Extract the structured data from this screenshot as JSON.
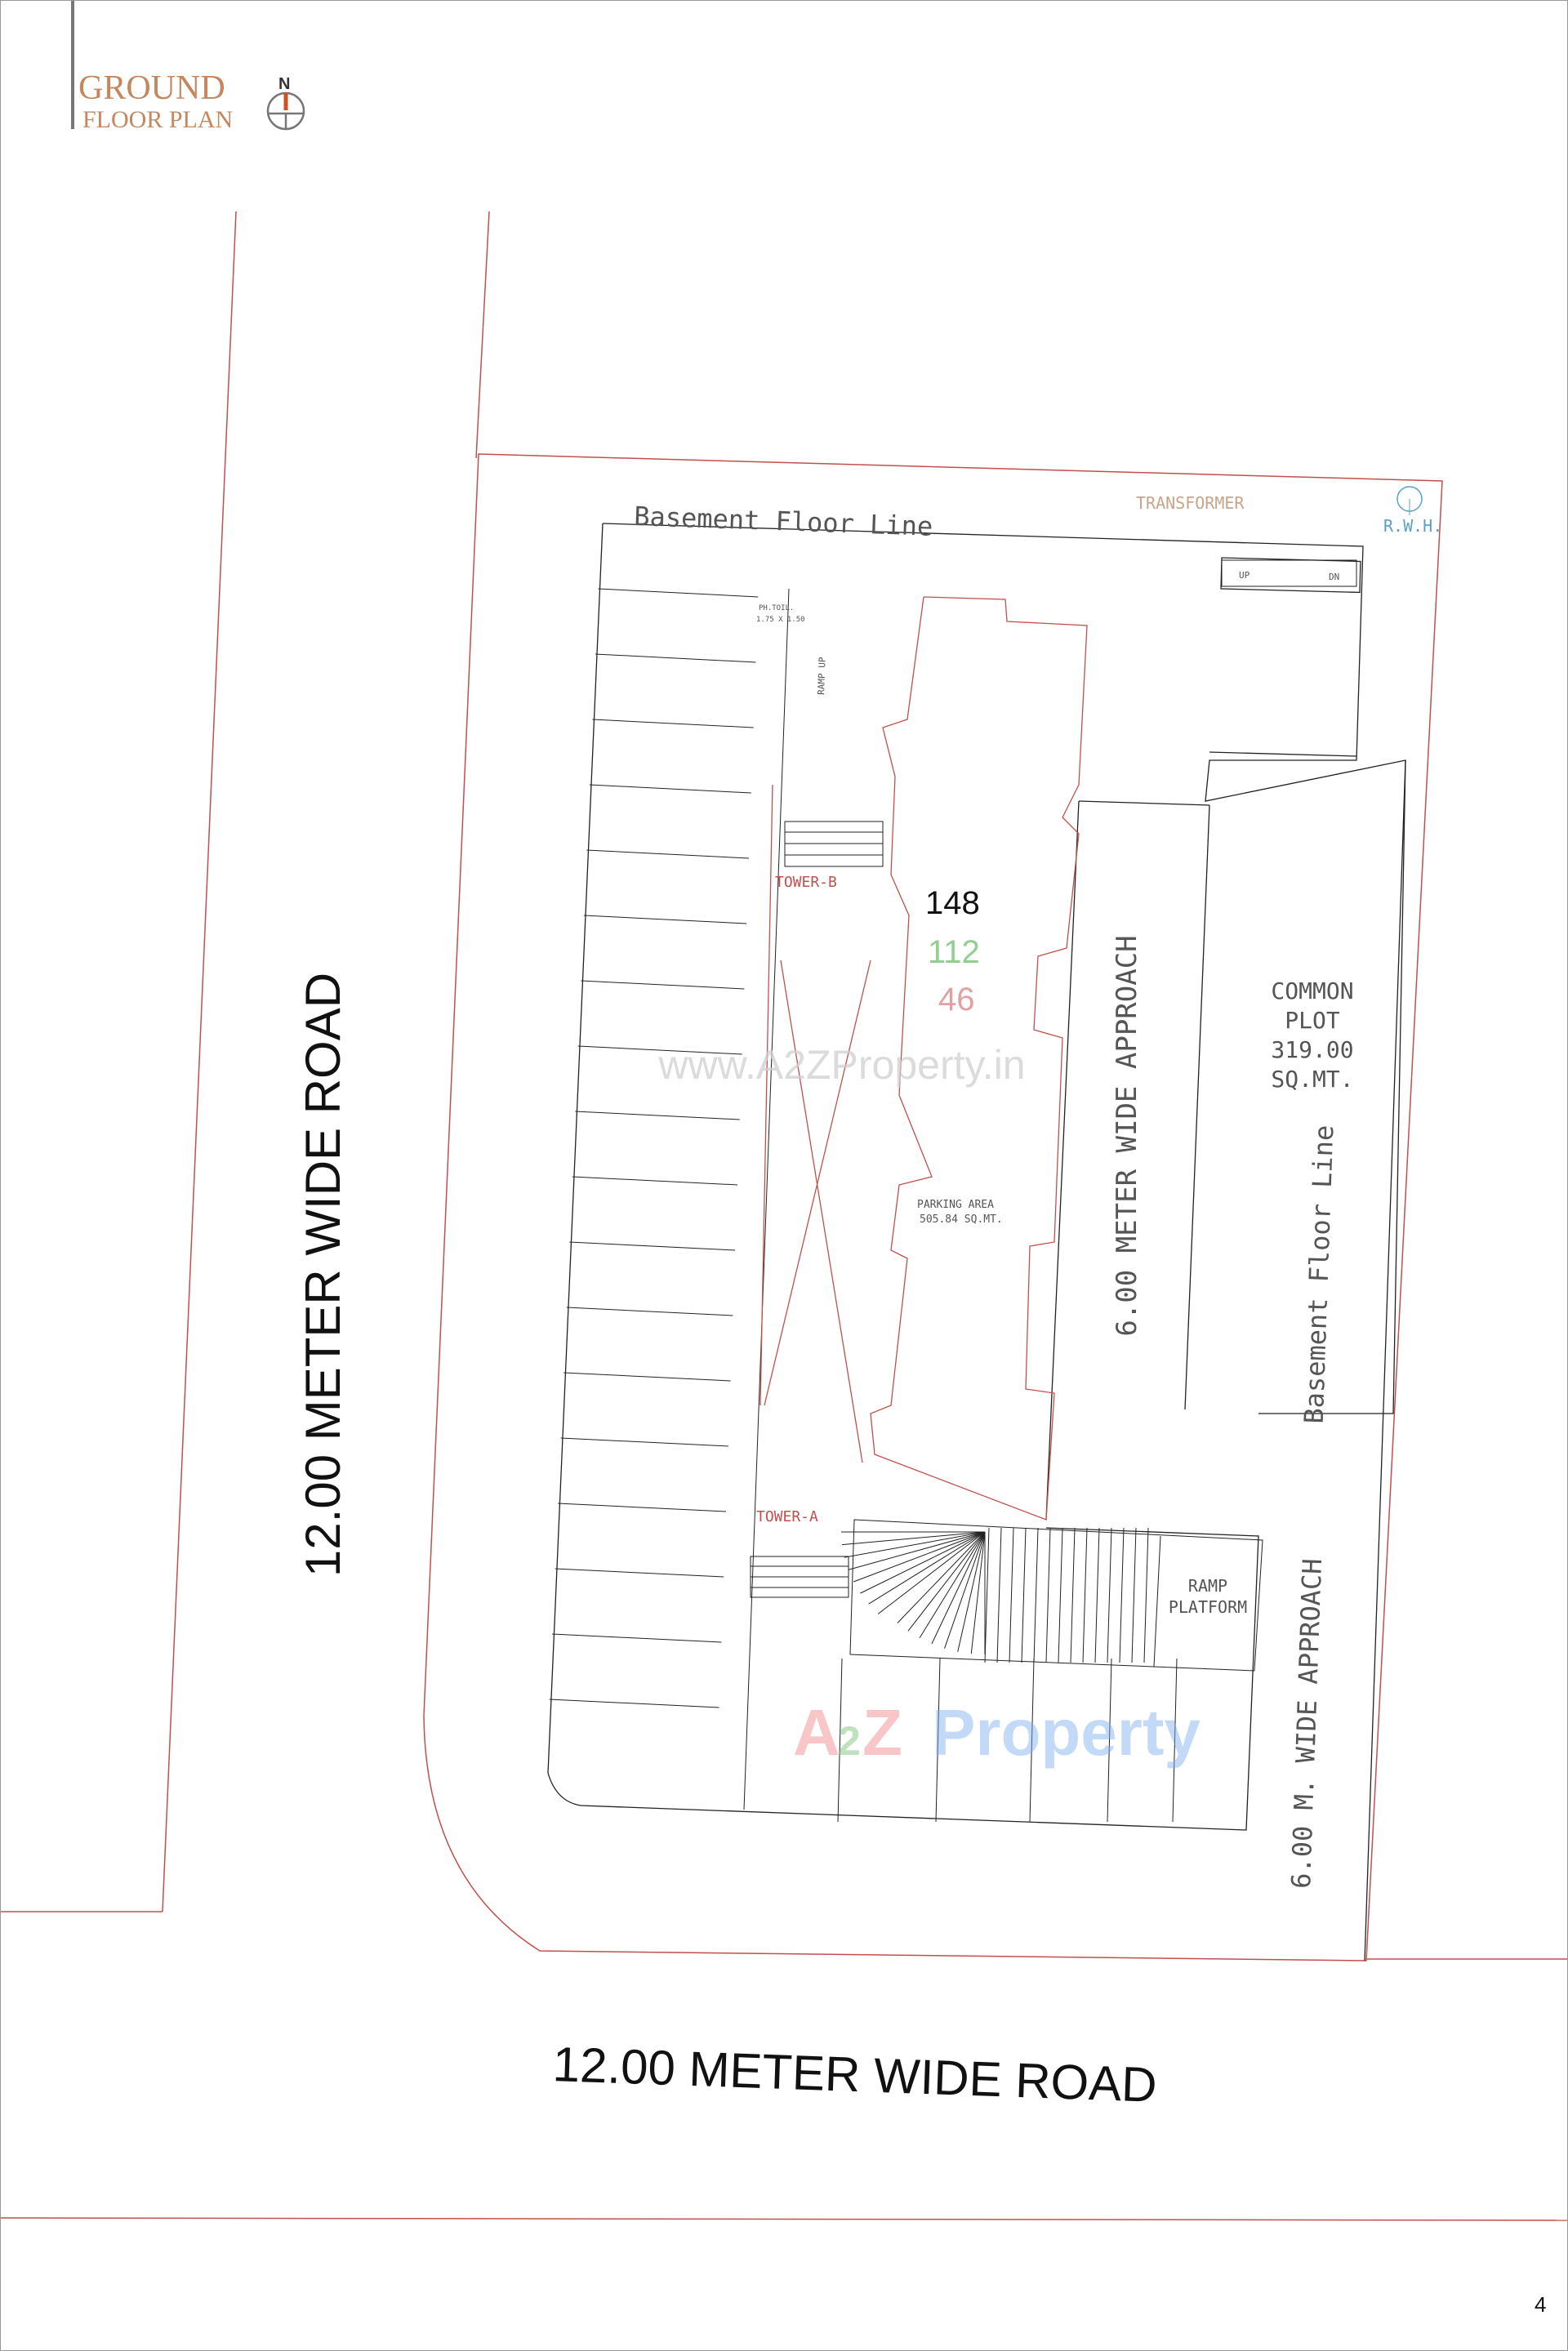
{
  "header": {
    "title_line1": "GROUND",
    "title_line2": "FLOOR PLAN",
    "compass_label": "N",
    "title_color": "#c4875e",
    "compass_accent": "#d2501e"
  },
  "roads": {
    "left_road": "12.00 METER WIDE ROAD",
    "bottom_road": "12.00 METER WIDE ROAD"
  },
  "plan": {
    "basement_line_top": "Basement Floor Line",
    "basement_line_right": "Basement Floor Line",
    "transformer": "TRANSFORMER",
    "rwh": "R.W.H.",
    "stair_up": "UP",
    "stair_dn": "DN",
    "toilet_label": "PH.TOIL.",
    "toilet_size": "1.75 X 1.50",
    "ramp_up": "RAMP UP",
    "tower_b": "TOWER-B",
    "tower_a": "TOWER-A",
    "count_black": "148",
    "count_green": "112",
    "count_red": "46",
    "parking_label": "PARKING AREA",
    "parking_area": "505.84 SQ.MT.",
    "approach_6m": "6.00 METER WIDE APPROACH",
    "approach_6m_short": "6.00 M. WIDE APPROACH",
    "common_plot": [
      "COMMON",
      "PLOT",
      "319.00",
      "SQ.MT."
    ],
    "ramp_platform": [
      "RAMP",
      "PLATFORM"
    ]
  },
  "watermarks": {
    "url": "www.A2ZProperty.in",
    "logo_a": "A",
    "logo_2": "2",
    "logo_z": "Z",
    "logo_word": "Property"
  },
  "footer": {
    "page_number": "4"
  },
  "colors": {
    "wall_red": "#c0504d",
    "line": "#222222",
    "green": "#7cc47c",
    "rwh_blue": "#5aa0c8"
  }
}
